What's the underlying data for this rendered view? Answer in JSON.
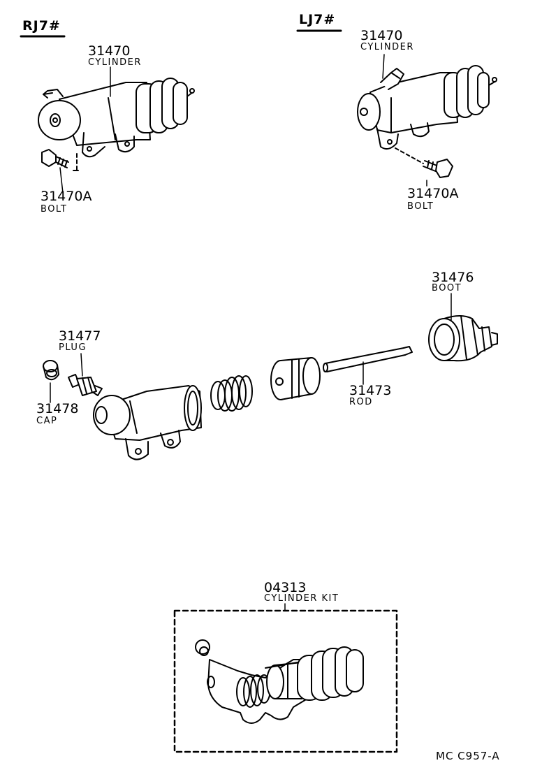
{
  "headers": {
    "left": "RJ7#",
    "right": "LJ7#"
  },
  "parts": {
    "cyl_left": {
      "number": "31470",
      "name": "CYLINDER"
    },
    "bolt_left": {
      "number": "31470A",
      "name": "BOLT"
    },
    "cyl_right": {
      "number": "31470",
      "name": "CYLINDER"
    },
    "bolt_right": {
      "number": "31470A",
      "name": "BOLT"
    },
    "boot": {
      "number": "31476",
      "name": "BOOT"
    },
    "plug": {
      "number": "31477",
      "name": "PLUG"
    },
    "cap": {
      "number": "31478",
      "name": "CAP"
    },
    "rod": {
      "number": "31473",
      "name": "ROD"
    },
    "kit": {
      "number": "04313",
      "name": "CYLINDER KIT"
    }
  },
  "footer": {
    "code": "MC  C957-A"
  }
}
